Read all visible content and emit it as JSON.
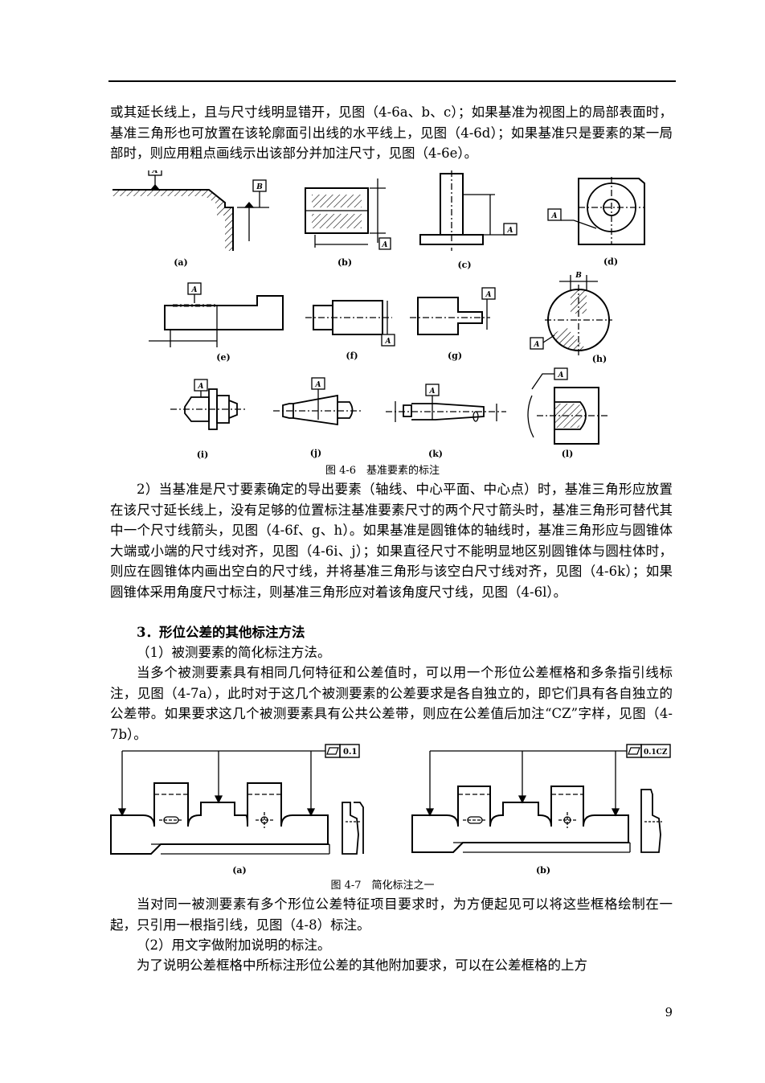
{
  "para1": "或其延长线上，且与尺寸线明显错开，见图（4-6a、b、c）；如果基准为视图上的局部表面时，基准三角形也可放置在该轮廓面引出线的水平线上，见图（4-6d）；如果基准只是要素的某一局部时，则应用粗点画线示出该部分并加注尺寸，见图（4-6e）。",
  "fig46": {
    "labels": [
      "(a)",
      "(b)",
      "(c)",
      "(d)",
      "(e)",
      "(f)",
      "(g)",
      "(h)",
      "(i)",
      "(j)",
      "(k)",
      "(l)"
    ],
    "datum_A": "A",
    "datum_B": "B",
    "caption": "图 4-6　基准要素的标注"
  },
  "para2": "2）当基准是尺寸要素确定的导出要素（轴线、中心平面、中心点）时，基准三角形应放置在该尺寸延长线上，没有足够的位置标注基准要素尺寸的两个尺寸箭头时，基准三角形可替代其中一个尺寸线箭头，见图（4-6f、g、h）。如果基准是圆锥体的轴线时，基准三角形应与圆锥体大端或小端的尺寸线对齐，见图（4-6i、j）；如果直径尺寸不能明显地区别圆锥体与圆柱体时，则应在圆锥体内画出空白的尺寸线，并将基准三角形与该空白尺寸线对齐，见图（4-6k）；如果圆锥体采用角度尺寸标注，则基准三角形应对着该角度尺寸线，见图（4-6l）。",
  "heading3": "3．形位公差的其他标注方法",
  "sub1": "（1）被测要素的简化标注方法。",
  "para3": "当多个被测要素具有相同几何特征和公差值时，可以用一个形位公差框格和多条指引线标注，见图（4-7a），此时对于这几个被测要素的公差要求是各自独立的，即它们具有各自独立的公差带。如果要求这几个被测要素具有公共公差带，则应在公差值后加注“CZ”字样，见图（4-7b）。",
  "fig47": {
    "tol_a": "0.1",
    "tol_b": "0.1CZ",
    "label_a": "(a)",
    "label_b": "(b)",
    "caption": "图 4-7　简化标注之一"
  },
  "para4": "当对同一被测要素有多个形位公差特征项目要求时，为方便起见可以将这些框格绘制在一起，只引用一根指引线，见图（4-8）标注。",
  "sub2": "（2）用文字做附加说明的标注。",
  "para5": "为了说明公差框格中所标注形位公差的其他附加要求，可以在公差框格的上方",
  "page_number": "9"
}
